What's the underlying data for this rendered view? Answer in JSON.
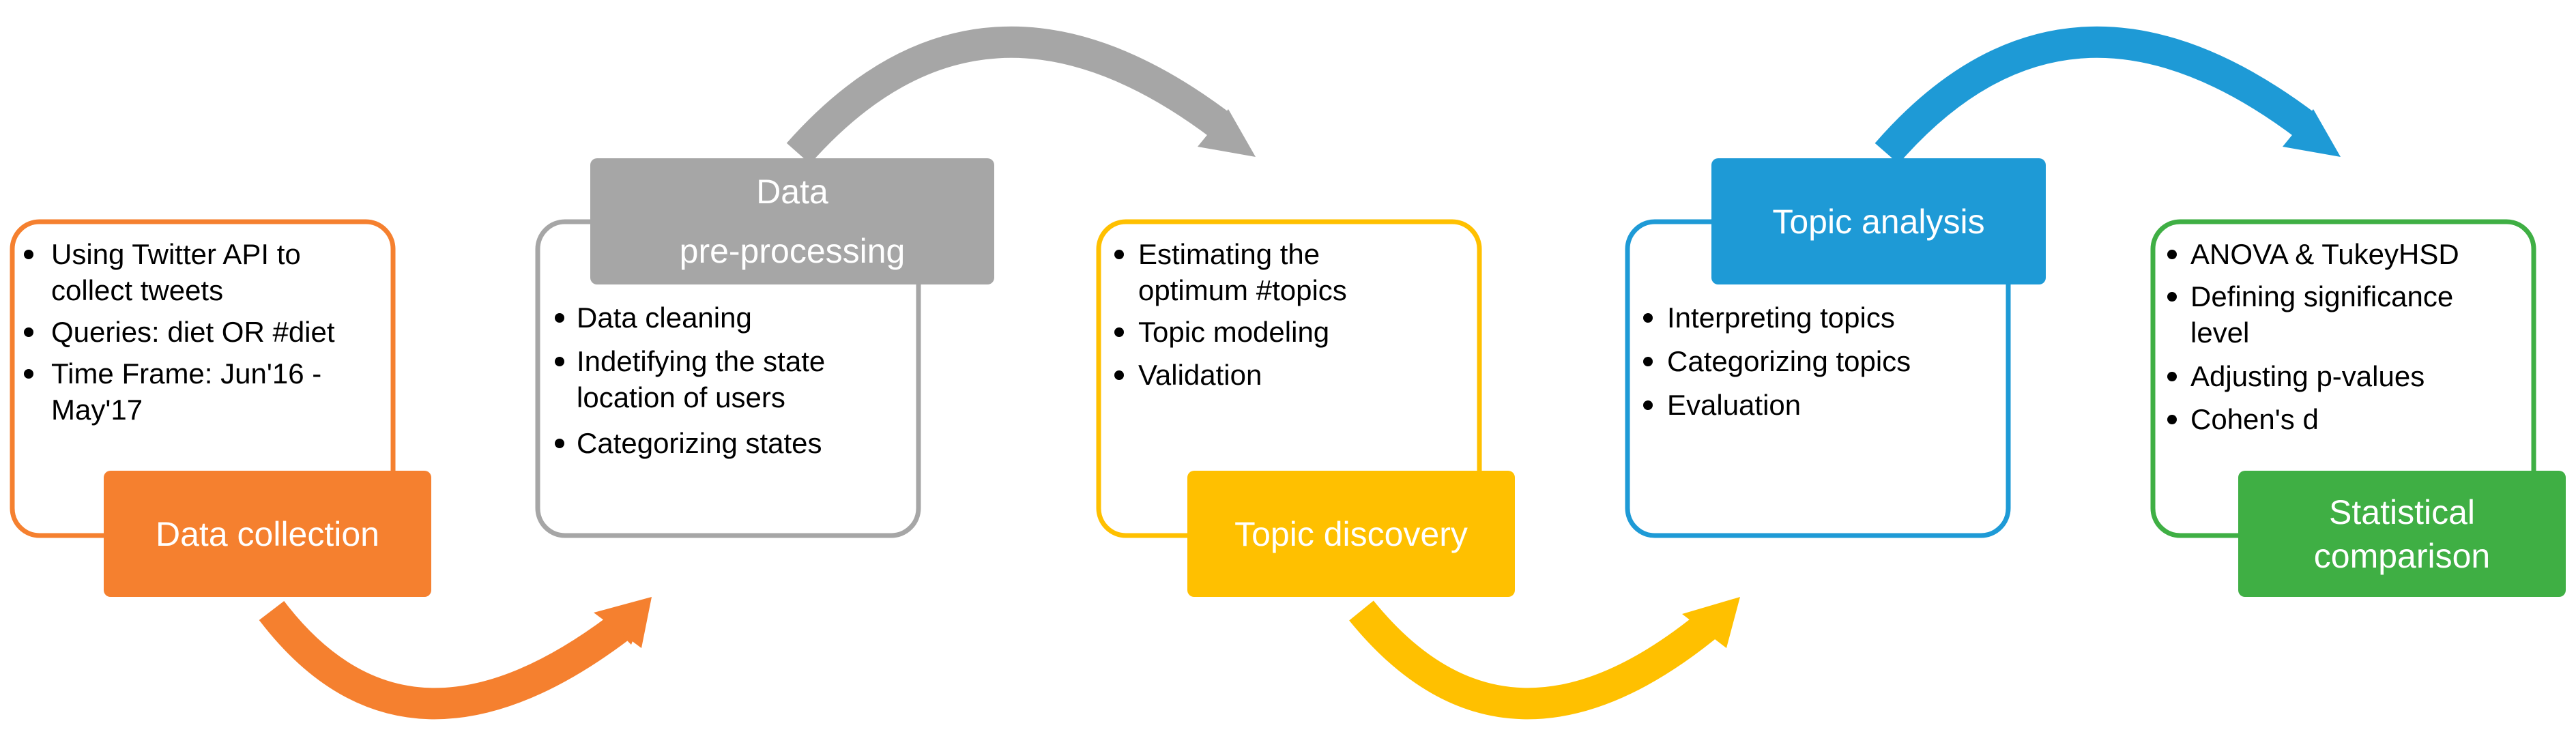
{
  "stages": [
    {
      "label_lines": [
        "Data collection"
      ],
      "color": "#F5802F",
      "items": [
        [
          "Using Twitter API to",
          "collect tweets"
        ],
        [
          "Queries: diet OR #diet"
        ],
        [
          "Time Frame: Jun'16 -",
          "May'17"
        ]
      ]
    },
    {
      "label_lines": [
        "Data",
        "pre-processing"
      ],
      "color": "#A6A6A6",
      "items": [
        [
          "Data cleaning"
        ],
        [
          "Indetifying the state",
          "location of users"
        ],
        [
          "Categorizing  states"
        ]
      ]
    },
    {
      "label_lines": [
        "Topic discovery"
      ],
      "color": "#FFC000",
      "items": [
        [
          "Estimating the",
          "optimum #topics"
        ],
        [
          "Topic modeling"
        ],
        [
          "Validation"
        ]
      ]
    },
    {
      "label_lines": [
        "Topic analysis"
      ],
      "color": "#1E9AD6",
      "items": [
        [
          "Interpreting topics"
        ],
        [
          "Categorizing topics"
        ],
        [
          "Evaluation"
        ]
      ]
    },
    {
      "label_lines": [
        "Statistical",
        "comparison"
      ],
      "color": "#3FAF44",
      "items": [
        [
          "ANOVA & TukeyHSD"
        ],
        [
          "Defining significance",
          "level"
        ],
        [
          "Adjusting p-values"
        ],
        [
          "Cohen's d"
        ]
      ]
    }
  ]
}
